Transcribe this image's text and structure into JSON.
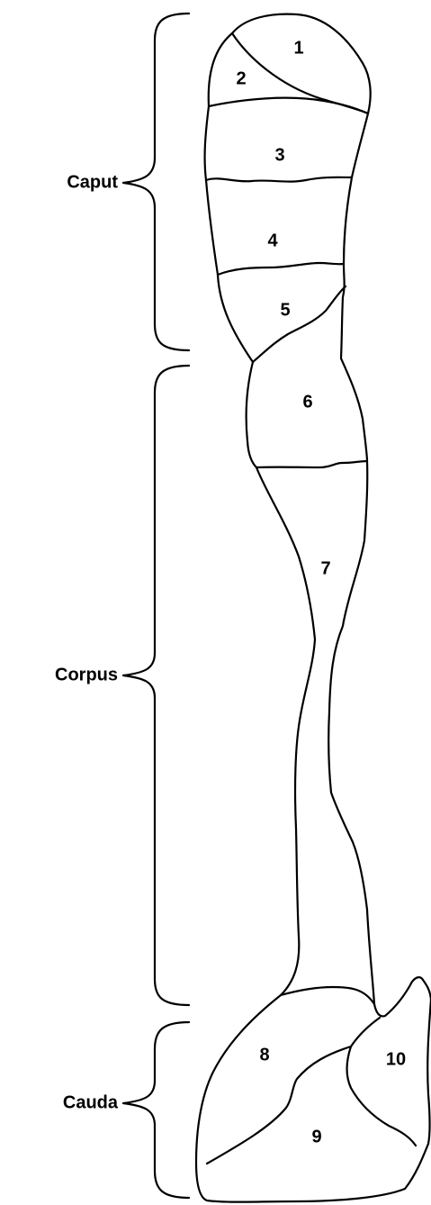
{
  "regions": {
    "caput": "Caput",
    "corpus": "Corpus",
    "cauda": "Cauda"
  },
  "segments": [
    "1",
    "2",
    "3",
    "4",
    "5",
    "6",
    "7",
    "8",
    "9",
    "10"
  ]
}
